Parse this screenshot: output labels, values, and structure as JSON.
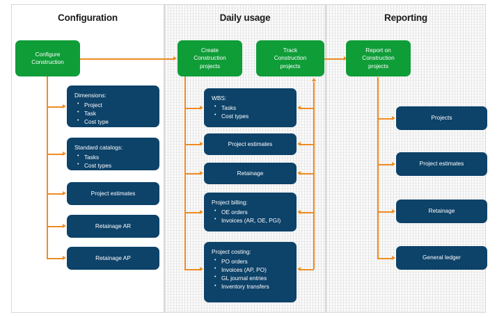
{
  "diagram": {
    "title_hidden": "",
    "colors": {
      "green_node": "#0f9d38",
      "blue_node": "#0d4269",
      "connector": "#ef8b22",
      "panel_border": "#d8d8d8",
      "panel_background_plain": "#ffffff",
      "panel_background_dotted": "#fbfbfb"
    }
  },
  "panels": [
    {
      "id": "configuration",
      "title": "Configuration"
    },
    {
      "id": "daily_usage",
      "title": "Daily usage"
    },
    {
      "id": "reporting",
      "title": "Reporting"
    }
  ],
  "configuration": {
    "process": {
      "label": "Configure\nConstruction",
      "line1": "Configure",
      "line2": "Construction"
    },
    "items": [
      {
        "id": "dimensions",
        "heading": "Dimensions:",
        "bullets": [
          "Project",
          "Task",
          "Cost type"
        ]
      },
      {
        "id": "standard-catalogs",
        "heading": "Standard catalogs:",
        "bullets": [
          "Tasks",
          "Cost types"
        ]
      },
      {
        "id": "project-estimates",
        "heading": "Project estimates",
        "bullets": []
      },
      {
        "id": "retainage-ar",
        "heading": "Retainage AR",
        "bullets": []
      },
      {
        "id": "retainage-ap",
        "heading": "Retainage AP",
        "bullets": []
      }
    ]
  },
  "daily_usage": {
    "process_create": {
      "line1": "Create",
      "line2": "Construction",
      "line3": "projects"
    },
    "process_track": {
      "line1": "Track",
      "line2": "Construction",
      "line3": "projects"
    },
    "items": [
      {
        "id": "wbs",
        "heading": "WBS:",
        "bullets": [
          "Tasks",
          "Cost types"
        ]
      },
      {
        "id": "project-estimates",
        "heading": "Project estimates",
        "bullets": []
      },
      {
        "id": "retainage",
        "heading": "Retainage",
        "bullets": []
      },
      {
        "id": "project-billing",
        "heading": "Project billing:",
        "bullets": [
          "OE orders",
          "Invoices (AR, OE, PGI)"
        ]
      },
      {
        "id": "project-costing",
        "heading": "Project costing:",
        "bullets": [
          "PO orders",
          "Invoices (AP, PO)",
          "GL journal entries",
          "Inventory transfers"
        ]
      }
    ]
  },
  "reporting": {
    "process": {
      "line1": "Report on",
      "line2": "Construction",
      "line3": "projects"
    },
    "items": [
      {
        "id": "projects",
        "heading": "Projects",
        "bullets": []
      },
      {
        "id": "project-estimates",
        "heading": "Project estimates",
        "bullets": []
      },
      {
        "id": "retainage",
        "heading": "Retainage",
        "bullets": []
      },
      {
        "id": "general-ledger",
        "heading": "General ledger",
        "bullets": []
      }
    ]
  }
}
